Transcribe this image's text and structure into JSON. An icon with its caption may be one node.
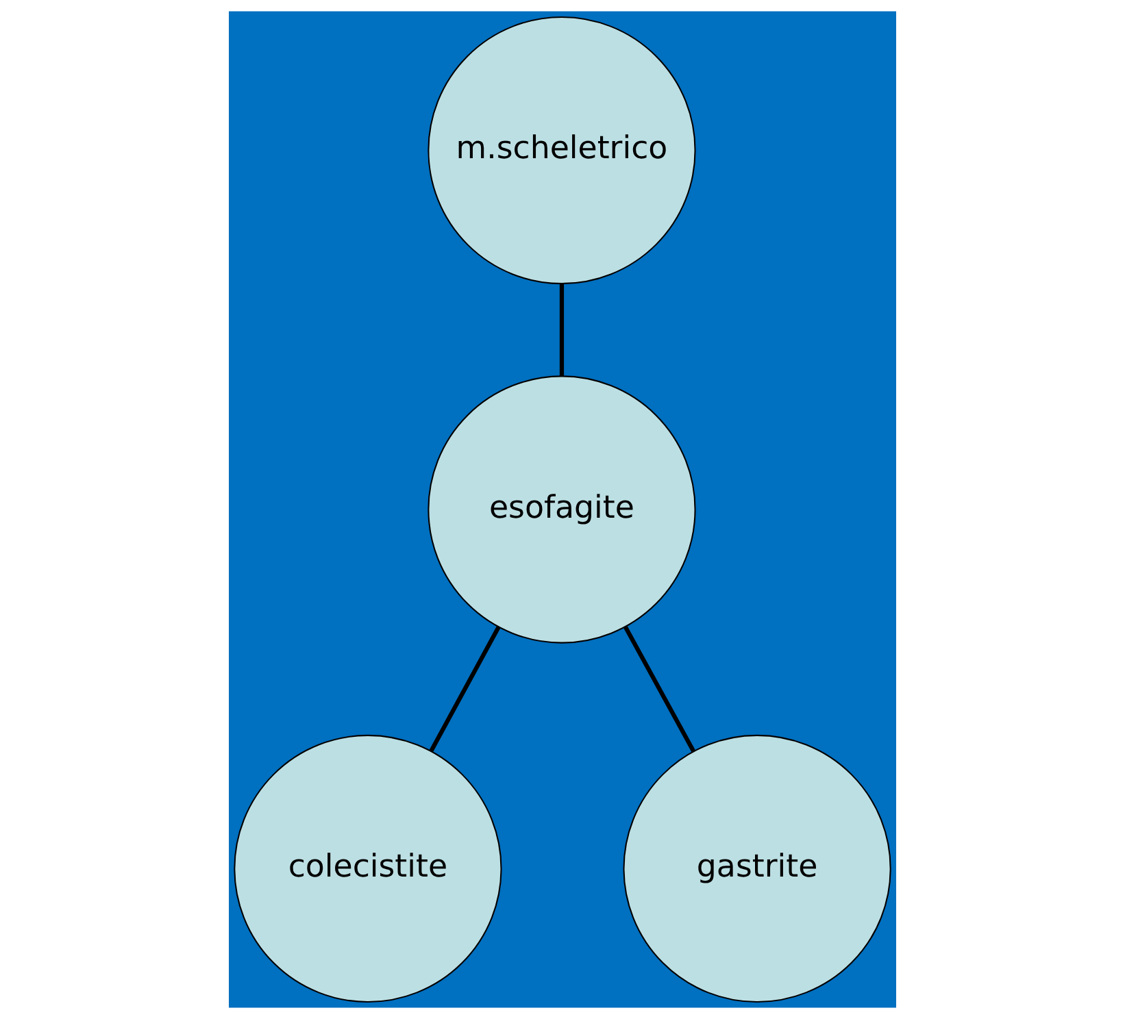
{
  "diagram": {
    "nodes": [
      {
        "text": [
          "m.scheletrico"
        ]
      },
      {
        "text": [
          "esofagite"
        ]
      },
      {
        "text": [
          "colecistite"
        ]
      },
      {
        "text": [
          "gastrite"
        ]
      }
    ],
    "edges": [
      {
        "from": 1,
        "to": 0,
        "arrow": "none"
      },
      {
        "from": 1,
        "to": 2,
        "arrow": "none"
      },
      {
        "from": 1,
        "to": 3,
        "arrow": "none"
      }
    ]
  }
}
